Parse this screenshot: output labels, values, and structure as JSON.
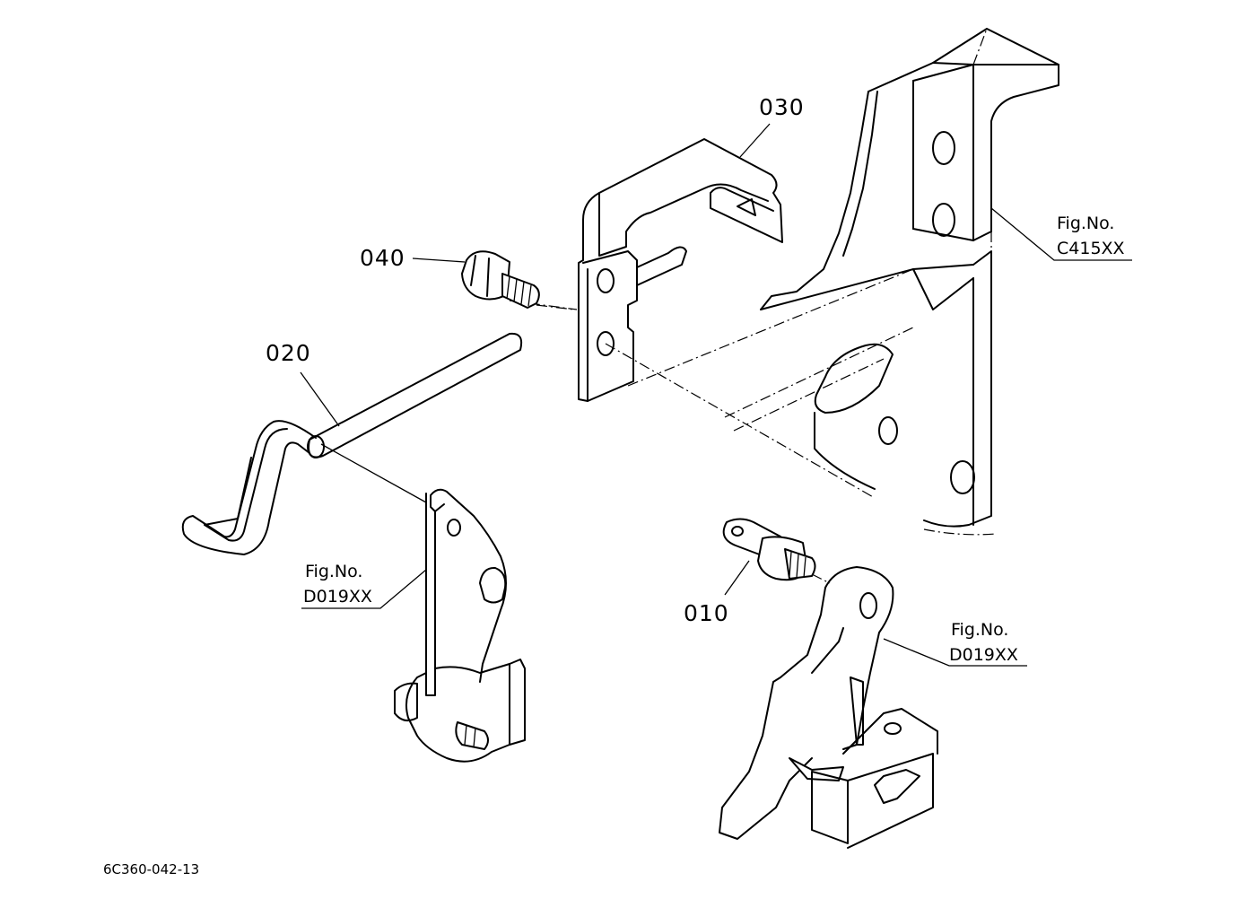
{
  "parts": {
    "p010": "010",
    "p020": "020",
    "p030": "030",
    "p040": "040"
  },
  "figure_refs": {
    "c415": {
      "line1": "Fig.No.",
      "line2": "C415XX"
    },
    "d019_left": {
      "line1": "Fig.No.",
      "line2": "D019XX"
    },
    "d019_right": {
      "line1": "Fig.No.",
      "line2": "D019XX"
    }
  },
  "drawing_code": "6C360-042-13"
}
